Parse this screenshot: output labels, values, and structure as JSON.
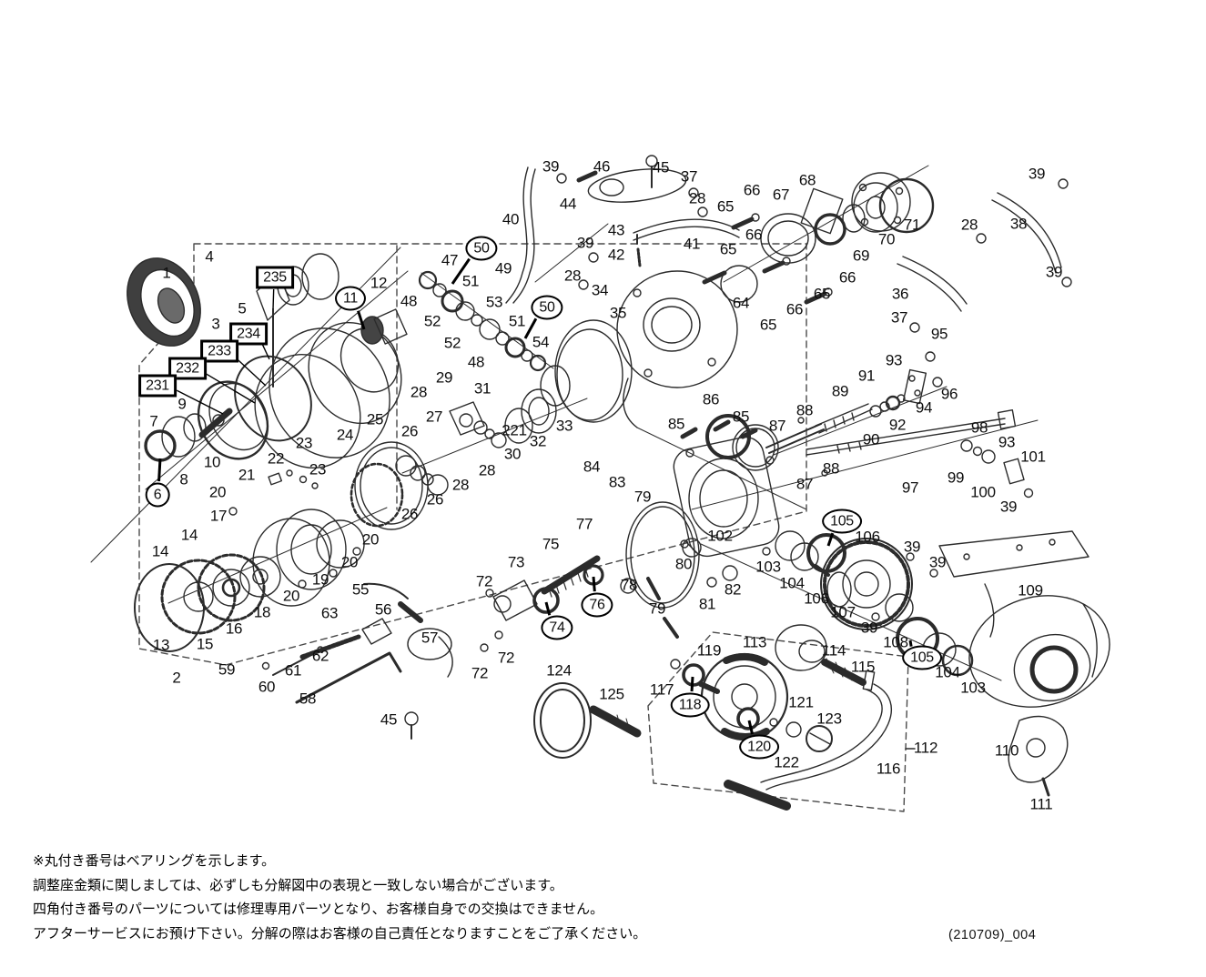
{
  "meta": {
    "doc_code": "(210709)_004"
  },
  "footnotes": [
    "※丸付き番号はベアリングを示します。",
    "調整座金類に関しましては、必ずしも分解図中の表現と一致しない場合がございます。",
    "四角付き番号のパーツについては修理専用パーツとなり、お客様自身での交換はできません。",
    "アフターサービスにお預け下さい。分解の際はお客様の自己責任となりますことをご了承ください。"
  ],
  "labels": {
    "plain": [
      [
        "1",
        183,
        300
      ],
      [
        "4",
        230,
        282
      ],
      [
        "3",
        237,
        356
      ],
      [
        "5",
        266,
        339
      ],
      [
        "12",
        416,
        311
      ],
      [
        "48",
        449,
        331
      ],
      [
        "47",
        494,
        286
      ],
      [
        "49",
        553,
        295
      ],
      [
        "51",
        517,
        309
      ],
      [
        "53",
        543,
        332
      ],
      [
        "52",
        475,
        353
      ],
      [
        "52",
        497,
        377
      ],
      [
        "51",
        568,
        353
      ],
      [
        "54",
        594,
        376
      ],
      [
        "48",
        523,
        398
      ],
      [
        "39",
        605,
        183
      ],
      [
        "46",
        661,
        183
      ],
      [
        "45",
        726,
        184
      ],
      [
        "37",
        757,
        194
      ],
      [
        "28",
        766,
        218
      ],
      [
        "44",
        624,
        224
      ],
      [
        "40",
        561,
        241
      ],
      [
        "39",
        643,
        267
      ],
      [
        "43",
        677,
        253
      ],
      [
        "42",
        677,
        280
      ],
      [
        "41",
        760,
        268
      ],
      [
        "28",
        629,
        303
      ],
      [
        "34",
        659,
        319
      ],
      [
        "35",
        679,
        344
      ],
      [
        "65",
        797,
        227
      ],
      [
        "66",
        826,
        209
      ],
      [
        "67",
        858,
        214
      ],
      [
        "68",
        887,
        198
      ],
      [
        "71",
        1002,
        247
      ],
      [
        "70",
        974,
        263
      ],
      [
        "69",
        946,
        281
      ],
      [
        "66",
        828,
        258
      ],
      [
        "65",
        800,
        274
      ],
      [
        "64",
        814,
        333
      ],
      [
        "66",
        931,
        305
      ],
      [
        "65",
        903,
        323
      ],
      [
        "66",
        873,
        340
      ],
      [
        "65",
        844,
        357
      ],
      [
        "28",
        1065,
        247
      ],
      [
        "36",
        989,
        323
      ],
      [
        "37",
        988,
        349
      ],
      [
        "95",
        1032,
        367
      ],
      [
        "39",
        1139,
        191
      ],
      [
        "38",
        1119,
        246
      ],
      [
        "39",
        1158,
        299
      ],
      [
        "96",
        1043,
        433
      ],
      [
        "93",
        982,
        396
      ],
      [
        "91",
        952,
        413
      ],
      [
        "94",
        1015,
        448
      ],
      [
        "92",
        986,
        467
      ],
      [
        "90",
        957,
        483
      ],
      [
        "89",
        923,
        430
      ],
      [
        "86",
        781,
        439
      ],
      [
        "85",
        743,
        466
      ],
      [
        "85",
        814,
        458
      ],
      [
        "87",
        854,
        468
      ],
      [
        "88",
        884,
        451
      ],
      [
        "88",
        913,
        515
      ],
      [
        "87",
        884,
        532
      ],
      [
        "97",
        1000,
        536
      ],
      [
        "98",
        1076,
        470
      ],
      [
        "93",
        1106,
        486
      ],
      [
        "99",
        1050,
        525
      ],
      [
        "100",
        1080,
        541
      ],
      [
        "101",
        1135,
        502
      ],
      [
        "39",
        1108,
        557
      ],
      [
        "9",
        200,
        444
      ],
      [
        "7",
        169,
        463
      ],
      [
        "10",
        233,
        508
      ],
      [
        "8",
        202,
        527
      ],
      [
        "25",
        412,
        461
      ],
      [
        "24",
        379,
        478
      ],
      [
        "23",
        334,
        487
      ],
      [
        "23",
        349,
        516
      ],
      [
        "22",
        303,
        504
      ],
      [
        "21",
        271,
        522
      ],
      [
        "26",
        450,
        474
      ],
      [
        "26",
        478,
        549
      ],
      [
        "26",
        450,
        565
      ],
      [
        "27",
        477,
        458
      ],
      [
        "29",
        488,
        415
      ],
      [
        "31",
        530,
        427
      ],
      [
        "28",
        460,
        431
      ],
      [
        "221",
        565,
        473
      ],
      [
        "33",
        620,
        468
      ],
      [
        "32",
        591,
        485
      ],
      [
        "30",
        563,
        499
      ],
      [
        "28",
        535,
        517
      ],
      [
        "28",
        506,
        533
      ],
      [
        "20",
        239,
        541
      ],
      [
        "17",
        240,
        567
      ],
      [
        "14",
        208,
        588
      ],
      [
        "14",
        176,
        606
      ],
      [
        "13",
        177,
        709
      ],
      [
        "15",
        225,
        708
      ],
      [
        "16",
        257,
        691
      ],
      [
        "18",
        288,
        673
      ],
      [
        "19",
        352,
        637
      ],
      [
        "20",
        320,
        655
      ],
      [
        "20",
        407,
        593
      ],
      [
        "20",
        384,
        618
      ],
      [
        "2",
        194,
        745
      ],
      [
        "59",
        249,
        736
      ],
      [
        "60",
        293,
        755
      ],
      [
        "61",
        322,
        737
      ],
      [
        "62",
        352,
        721
      ],
      [
        "63",
        362,
        674
      ],
      [
        "55",
        396,
        648
      ],
      [
        "56",
        421,
        670
      ],
      [
        "57",
        472,
        701
      ],
      [
        "58",
        338,
        768
      ],
      [
        "45",
        427,
        791
      ],
      [
        "72",
        532,
        639
      ],
      [
        "73",
        567,
        618
      ],
      [
        "75",
        605,
        598
      ],
      [
        "77",
        642,
        576
      ],
      [
        "78",
        691,
        643
      ],
      [
        "79",
        706,
        546
      ],
      [
        "79",
        722,
        669
      ],
      [
        "80",
        751,
        620
      ],
      [
        "81",
        777,
        664
      ],
      [
        "82",
        805,
        648
      ],
      [
        "84",
        650,
        513
      ],
      [
        "83",
        678,
        530
      ],
      [
        "72",
        556,
        723
      ],
      [
        "72",
        527,
        740
      ],
      [
        "124",
        614,
        737
      ],
      [
        "125",
        672,
        763
      ],
      [
        "117",
        727,
        758
      ],
      [
        "119",
        779,
        715
      ],
      [
        "102",
        791,
        589
      ],
      [
        "103",
        844,
        623
      ],
      [
        "104",
        870,
        641
      ],
      [
        "106",
        897,
        658
      ],
      [
        "107",
        926,
        673
      ],
      [
        "106",
        953,
        590
      ],
      [
        "39",
        1002,
        601
      ],
      [
        "39",
        1030,
        618
      ],
      [
        "39",
        955,
        690
      ],
      [
        "108",
        984,
        706
      ],
      [
        "104",
        1041,
        739
      ],
      [
        "103",
        1069,
        756
      ],
      [
        "109",
        1132,
        649
      ],
      [
        "113",
        829,
        706
      ],
      [
        "114",
        916,
        715
      ],
      [
        "115",
        948,
        733
      ],
      [
        "121",
        880,
        772
      ],
      [
        "123",
        911,
        790
      ],
      [
        "122",
        864,
        838
      ],
      [
        "116",
        976,
        845
      ],
      [
        "112",
        1017,
        822
      ],
      [
        "110",
        1106,
        825
      ],
      [
        "111",
        1144,
        884
      ]
    ],
    "circled": [
      [
        "50",
        529,
        273,
        497,
        312
      ],
      [
        "50",
        601,
        338,
        577,
        372
      ],
      [
        "11",
        385,
        328,
        400,
        362
      ],
      [
        "6",
        173,
        544,
        176,
        504
      ],
      [
        "74",
        612,
        690,
        600,
        662
      ],
      [
        "76",
        656,
        665,
        652,
        634
      ],
      [
        "105",
        925,
        573,
        910,
        600
      ],
      [
        "105",
        1013,
        723,
        1000,
        704
      ],
      [
        "118",
        758,
        775,
        761,
        744
      ],
      [
        "120",
        834,
        821,
        823,
        792
      ]
    ],
    "boxed": [
      [
        "235",
        302,
        305,
        300,
        340
      ],
      [
        "234",
        273,
        367,
        296,
        395
      ],
      [
        "233",
        241,
        386,
        292,
        424
      ],
      [
        "232",
        206,
        405,
        280,
        443
      ],
      [
        "231",
        173,
        424,
        245,
        455
      ]
    ]
  }
}
